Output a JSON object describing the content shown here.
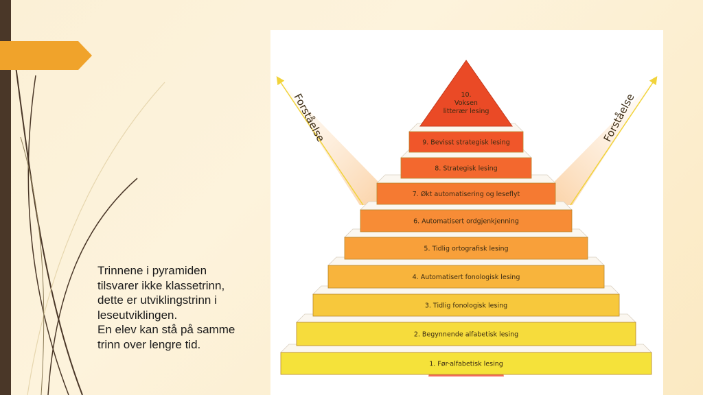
{
  "slide": {
    "body_lines": [
      "Trinnene i pyramiden",
      "tilsvarer ikke klassetrinn,",
      "dette er utviklingstrinn i",
      "leseutviklingen.",
      "En elev kan stå på samme",
      "trinn over lengre tid."
    ]
  },
  "pyramid": {
    "left_label": "Forståelse",
    "right_label": "Forståelse",
    "top": [
      "10.",
      "Voksen",
      "litterær lesing"
    ],
    "steps": [
      {
        "label": "1. Før-alfabetisk lesing",
        "color": "#f5e23a"
      },
      {
        "label": "2. Begynnende alfabetisk lesing",
        "color": "#f6dc3c"
      },
      {
        "label": "3. Tidlig fonologisk lesing",
        "color": "#f7c83c"
      },
      {
        "label": "4. Automatisert fonologisk lesing",
        "color": "#f8b43c"
      },
      {
        "label": "5. Tidlig ortografisk lesing",
        "color": "#f8a03a"
      },
      {
        "label": "6. Automatisert ordgjenkjenning",
        "color": "#f78c36"
      },
      {
        "label": "7. Økt automatisering og leseflyt",
        "color": "#f57a32"
      },
      {
        "label": "8. Strategisk lesing",
        "color": "#f3682e"
      },
      {
        "label": "9. Bevisst strategisk lesing",
        "color": "#f0562a"
      }
    ],
    "top_color": "#ea4a26"
  }
}
